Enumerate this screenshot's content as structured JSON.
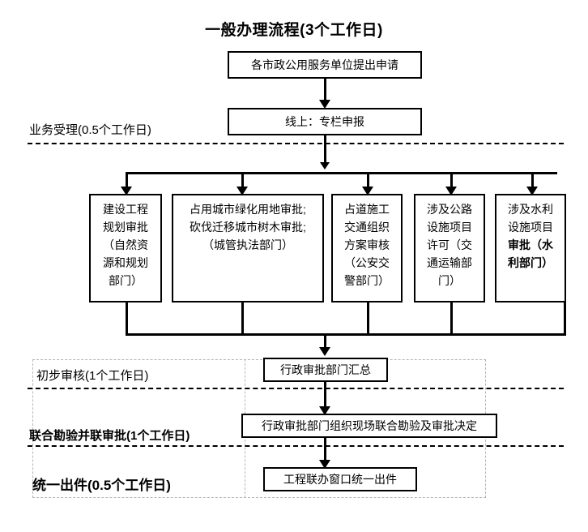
{
  "chart_data": {
    "type": "diagram",
    "title": "一般办理流程(3个工作日)",
    "nodes": [
      {
        "id": "n1",
        "label": "各市政公用服务单位提出申请"
      },
      {
        "id": "n2",
        "label": "线上：专栏申报"
      },
      {
        "id": "p1",
        "label": "建设工程规划审批（自然资源和规划部门）"
      },
      {
        "id": "p2",
        "label": "占用城市绿化用地审批；砍伐迁移城市树木审批；（城管执法部门）"
      },
      {
        "id": "p3",
        "label": "占道施工交通组织方案审核（公安交警部门）"
      },
      {
        "id": "p4",
        "label": "涉及公路设施项目许可（交通运输部门）"
      },
      {
        "id": "p5",
        "label": "涉及水利设施项目审批（水利部门）"
      },
      {
        "id": "n3",
        "label": "行政审批部门汇总"
      },
      {
        "id": "n4",
        "label": "行政审批部门组织现场联合勘验及审批决定"
      },
      {
        "id": "n5",
        "label": "工程联办窗口统一出件"
      }
    ],
    "stages": [
      {
        "id": "s1",
        "label": "业务受理(0.5个工作日)"
      },
      {
        "id": "s2",
        "label": "初步审核(1个工作日)"
      },
      {
        "id": "s3",
        "label": "联合勘验并联审批(1个工作日)"
      },
      {
        "id": "s4",
        "label": "统一出件(0.5个工作日)"
      }
    ]
  },
  "title": "一般办理流程(3个工作日)",
  "nodes": {
    "apply": "各市政公用服务单位提出申请",
    "online": "线上：专栏申报",
    "summary": "行政审批部门汇总",
    "joint_review": "行政审批部门组织现场联合勘验及审批决定",
    "issue": "工程联办窗口统一出件"
  },
  "parallel": {
    "b1": {
      "line1": "建设工程",
      "line2": "规划审批",
      "line3": "（自然资",
      "line4": "源和规划",
      "line5": "部门）"
    },
    "b2": {
      "line1": "占用城市绿化用地审批;",
      "line2": "砍伐迁移城市树木审批;",
      "line3": "（城管执法部门）"
    },
    "b3": {
      "line1": "占道施工",
      "line2": "交通组织",
      "line3": "方案审核",
      "line4": "（公安交",
      "line5": "警部门）"
    },
    "b4": {
      "line1": "涉及公路",
      "line2": "设施项目",
      "line3": "许可（交",
      "line4": "通运输部",
      "line5": "门）"
    },
    "b5": {
      "line1": "涉及水利",
      "line2": "设施项目",
      "line3": "审批（水",
      "line4": "利部门）"
    }
  },
  "stages": {
    "acceptance": "业务受理(0.5个工作日)",
    "preliminary": "初步审核(1个工作日)",
    "joint": "联合勘验并联审批(1个工作日)",
    "unified": "统一出件(0.5个工作日)"
  },
  "colors": {
    "line": "#000000",
    "box_border": "#000000",
    "group_border": "#b5b5b5",
    "background": "#ffffff"
  }
}
